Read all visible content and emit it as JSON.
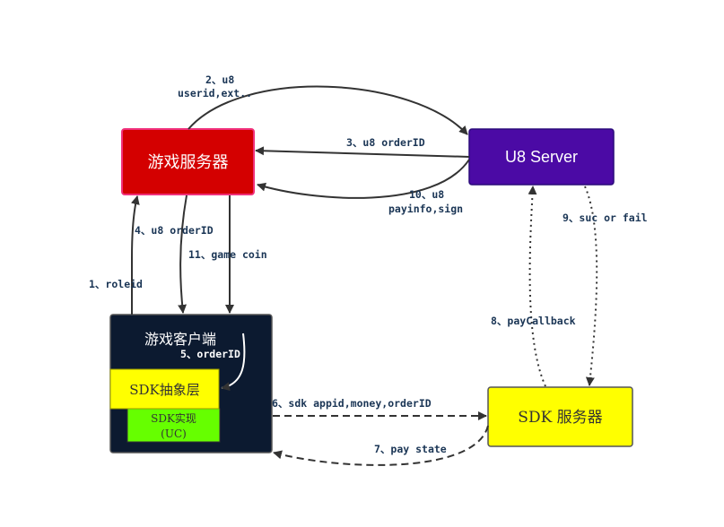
{
  "nodes": {
    "game_server": {
      "label": "游戏服务器",
      "fill": "#d40000",
      "stroke": "#f0307a",
      "text_color": "#ffffff"
    },
    "u8_server": {
      "label": "U8 Server",
      "fill": "#4b0aa5",
      "stroke": "#2a0a7a",
      "text_color": "#ffffff"
    },
    "game_client": {
      "label": "游戏客户端",
      "fill": "#0c1a30",
      "stroke": "#555555",
      "text_color": "#ffffff"
    },
    "sdk_abstract": {
      "label": "SDK抽象层",
      "fill": "#ffff00",
      "stroke": "#999900",
      "text_color": "#333333"
    },
    "sdk_impl": {
      "label_line1": "SDK实现",
      "label_line2": "(UC)",
      "fill": "#66ff00",
      "stroke": "#333333",
      "text_color": "#333333"
    },
    "sdk_server": {
      "label": "SDK 服务器",
      "fill": "#ffff00",
      "stroke": "#555555",
      "text_color": "#333333"
    }
  },
  "edges": {
    "e1": "1、roleid",
    "e2_line1": "2、u8",
    "e2_line2": "userid,ext..",
    "e3": "3、u8 orderID",
    "e4": "4、u8 orderID",
    "e5": "5、orderID",
    "e6": "6、sdk appid,money,orderID",
    "e7": "7、pay state",
    "e8": "8、payCallback",
    "e9": "9、suc or fail",
    "e10_line1": "10、u8",
    "e10_line2": "payinfo,sign",
    "e11": "11、game coin"
  }
}
